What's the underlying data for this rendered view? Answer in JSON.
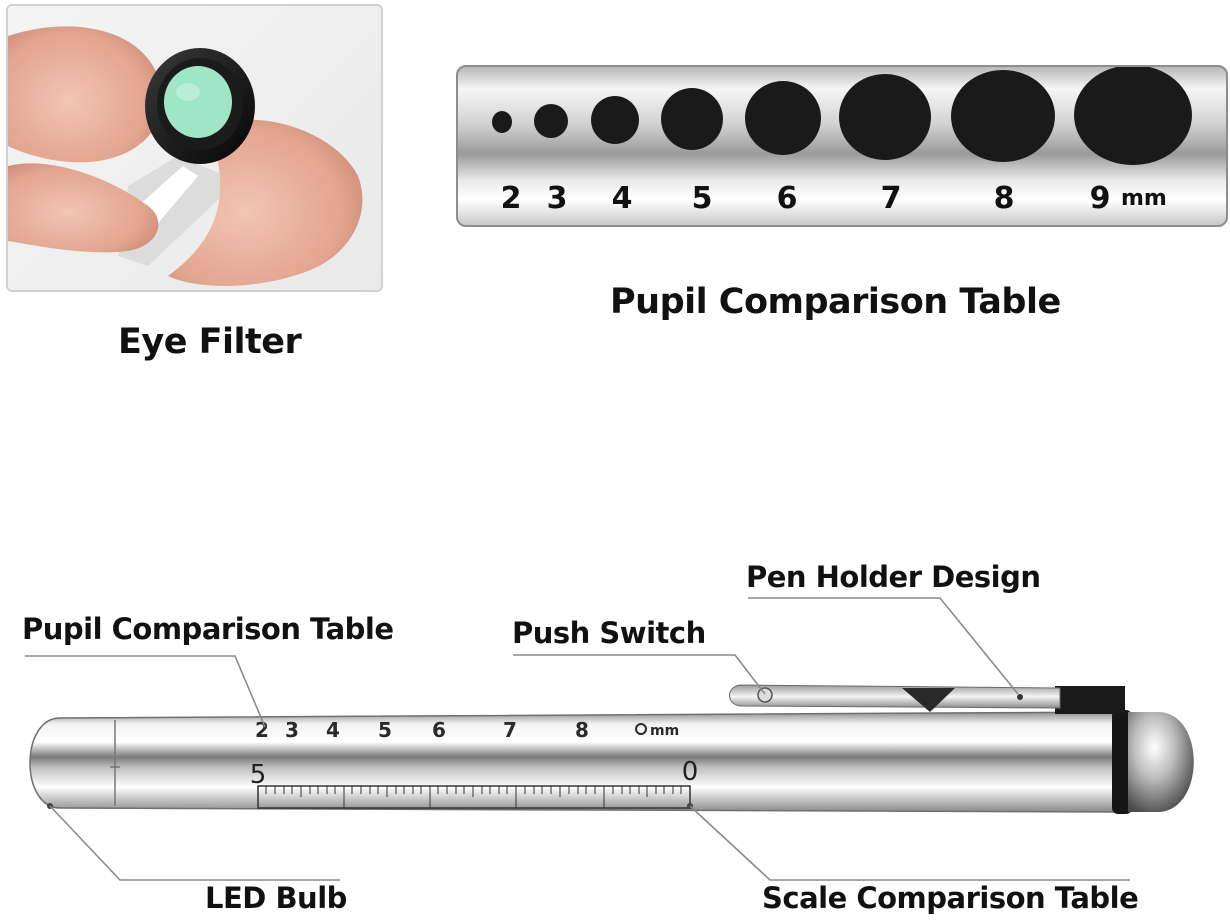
{
  "eye_filter": {
    "caption": "Eye Filter"
  },
  "pupil_table": {
    "caption": "Pupil Comparison Table",
    "sizes": [
      "2",
      "3",
      "4",
      "5",
      "6",
      "7",
      "8",
      "9"
    ],
    "unit": "mm"
  },
  "pen": {
    "labels": {
      "pupil_table": "Pupil Comparison Table",
      "push_switch": "Push Switch",
      "pen_holder": "Pen Holder Design",
      "led_bulb": "LED Bulb",
      "scale_table": "Scale Comparison Table"
    },
    "pen_scale_numbers": [
      "2",
      "3",
      "4",
      "5",
      "6",
      "7",
      "8"
    ],
    "pen_unit": "mm",
    "ruler_start": "5",
    "ruler_end": "0"
  },
  "colors": {
    "filter_green": "#9fe6c6",
    "skin": "#eab4a0",
    "metal_dark": "#7a7a7a",
    "metal_light": "#f4f4f4"
  }
}
